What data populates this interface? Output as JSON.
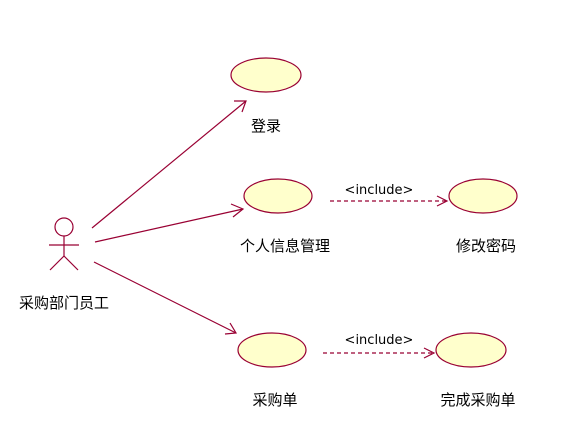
{
  "colors": {
    "use_case_fill": "#ffffcc",
    "use_case_stroke": "#990033",
    "line": "#990033",
    "text": "#000000"
  },
  "diagram": {
    "actor": {
      "label": "采购部门员工"
    },
    "use_cases": {
      "login": {
        "label": "登录"
      },
      "personal_info": {
        "label": "个人信息管理"
      },
      "change_password": {
        "label": "修改密码"
      },
      "purchase_order": {
        "label": "采购单"
      },
      "complete_purchase_order": {
        "label": "完成采购单"
      }
    },
    "relations": {
      "include_1": {
        "stereotype": "<include>"
      },
      "include_2": {
        "stereotype": "<include>"
      }
    }
  }
}
